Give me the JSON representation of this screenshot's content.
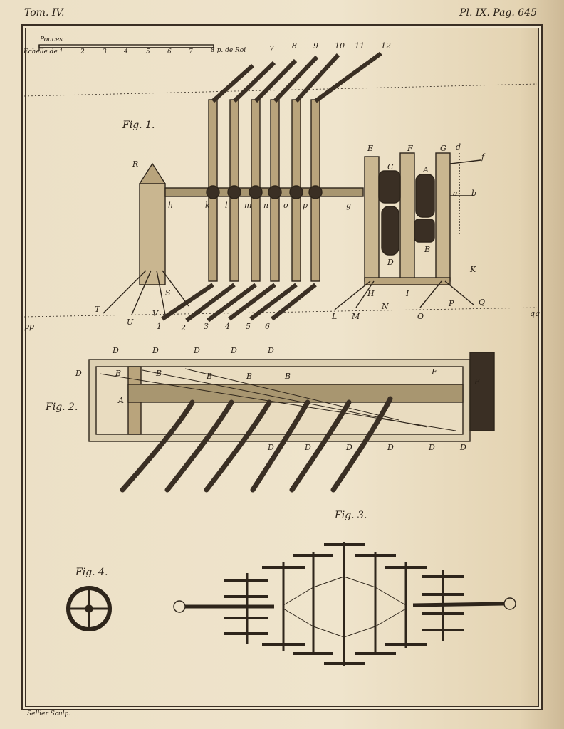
{
  "header": {
    "left": "Tom. IV.",
    "right": "Pl. IX. Pag. 645"
  },
  "credit": "Sellier Sculp.",
  "scale": {
    "title": "Pouces",
    "label": "Echelle de",
    "ticks": [
      "1",
      "2",
      "3",
      "4",
      "5",
      "6",
      "7"
    ],
    "end": "8 p. de Roi"
  },
  "figures": {
    "fig1": "Fig. 1.",
    "fig2": "Fig. 2.",
    "fig3": "Fig. 3.",
    "fig4": "Fig. 4."
  },
  "fig1_top_numbers": [
    "7",
    "8",
    "9",
    "10",
    "11",
    "12"
  ],
  "fig1_bottom_numbers": [
    "1",
    "2",
    "3",
    "4",
    "5",
    "6"
  ],
  "fig1_letters": {
    "R": "R",
    "T": "T",
    "U": "U",
    "V": "V",
    "S": "S",
    "h": "h",
    "k": "k",
    "l": "l",
    "m": "m",
    "n": "n",
    "o": "o",
    "p": "p",
    "g": "g",
    "E": "E",
    "F": "F",
    "G": "G",
    "C": "C",
    "A": "A",
    "B": "B",
    "D": "D",
    "K": "K",
    "H": "H",
    "I": "I",
    "L": "L",
    "M": "M",
    "N": "N",
    "O": "O",
    "P": "P",
    "Q": "Q",
    "d": "d",
    "f": "f",
    "a": "a",
    "b": "b",
    "pp": "pp",
    "qq": "qq"
  },
  "fig2_letters": {
    "D": "D",
    "B": "B",
    "A": "A",
    "F": "F",
    "E": "E"
  }
}
